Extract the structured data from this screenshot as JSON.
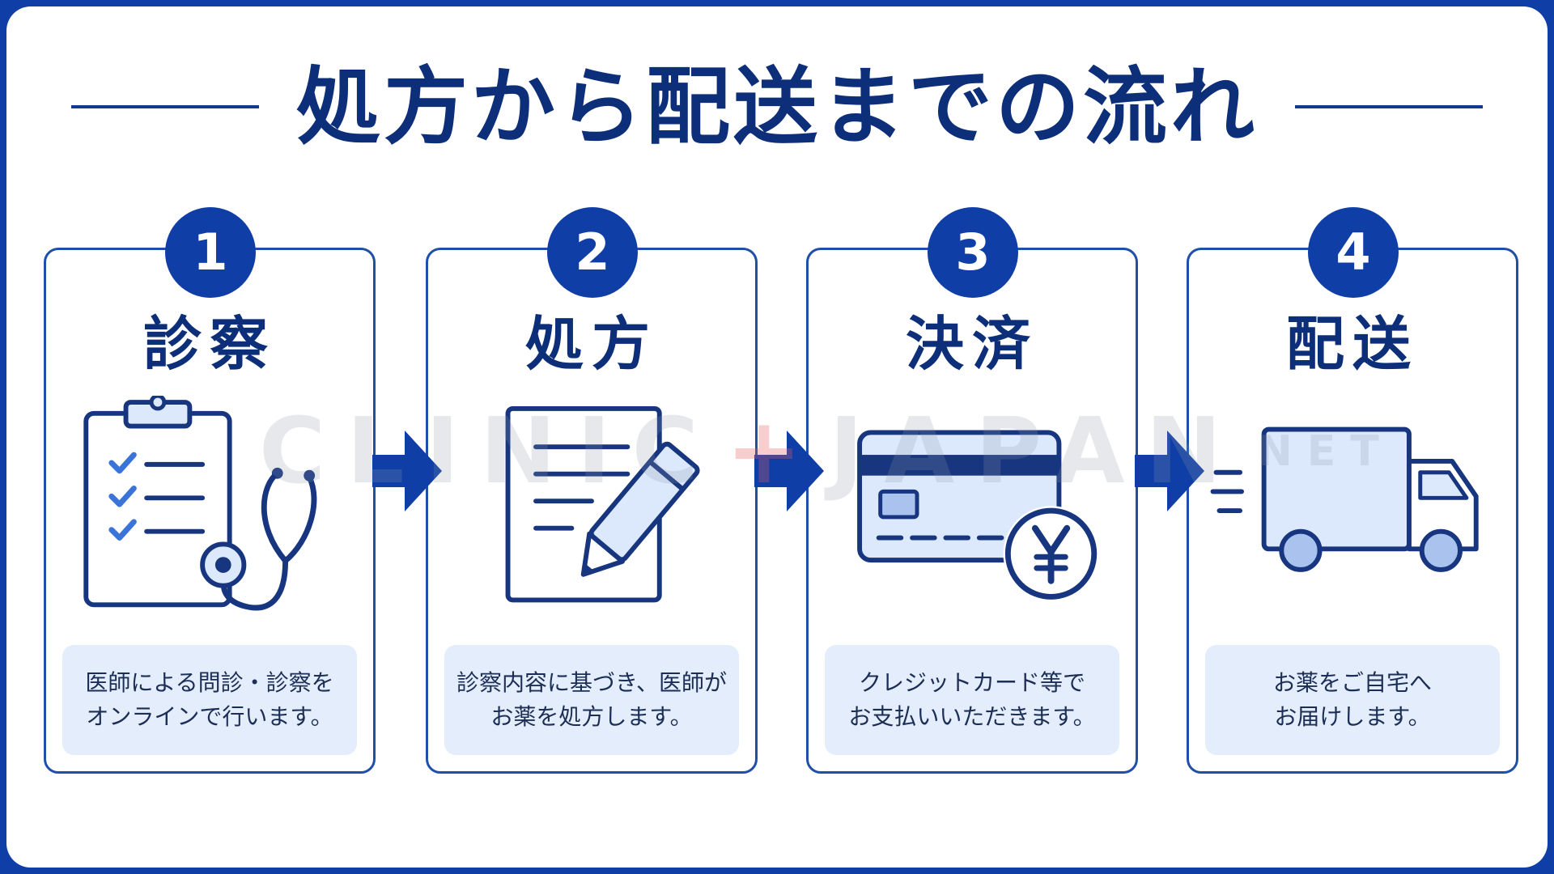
{
  "title": "処方から配送までの流れ",
  "colors": {
    "primary": "#0f3fa6",
    "navy_text": "#0d2f7a",
    "light_fill": "#dce8fb",
    "desc_bg": "#e4edfb",
    "check_blue": "#3b74d8"
  },
  "watermark": {
    "left": "CLINIC",
    "plus": "+",
    "right": "JAPAN",
    "suffix": "NET"
  },
  "steps": [
    {
      "number": "1",
      "title": "診察",
      "icon": "clipboard-stethoscope-icon",
      "desc": [
        "医師による問診・診察を",
        "オンラインで行います。"
      ]
    },
    {
      "number": "2",
      "title": "処方",
      "icon": "document-pencil-icon",
      "desc": [
        "診察内容に基づき、医師が",
        "お薬を処方します。"
      ]
    },
    {
      "number": "3",
      "title": "決済",
      "icon": "credit-card-yen-icon",
      "desc": [
        "クレジットカード等で",
        "お支払いいただきます。"
      ]
    },
    {
      "number": "4",
      "title": "配送",
      "icon": "delivery-truck-icon",
      "desc": [
        "お薬をご自宅へ",
        "お届けします。"
      ]
    }
  ]
}
